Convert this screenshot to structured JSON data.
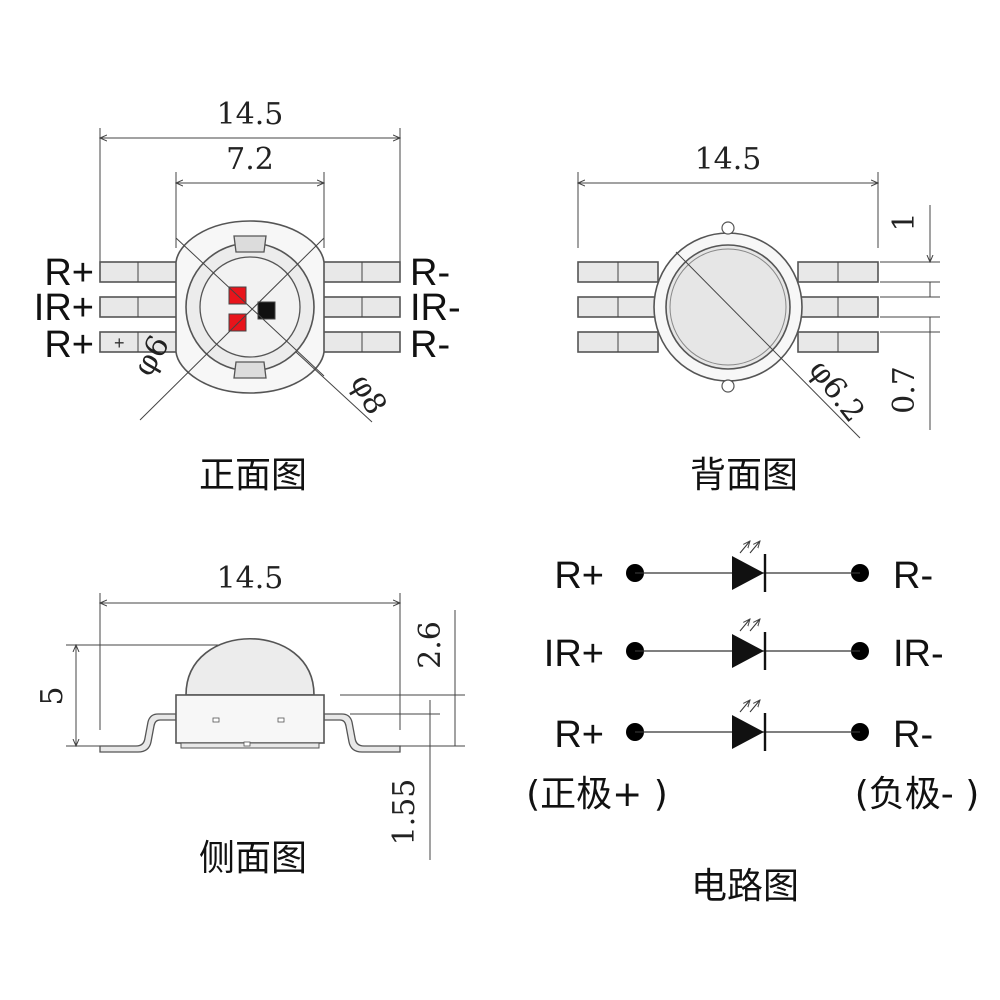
{
  "front_view": {
    "caption": "正面图",
    "width_dim": "14.5",
    "inner_dim": "7.2",
    "dia_inner": "φ6",
    "dia_outer": "φ8",
    "left_pins": [
      "R+",
      "IR+",
      "R+"
    ],
    "right_pins": [
      "R-",
      "IR-",
      "R-"
    ],
    "plus_mark": "+",
    "chip_colors": {
      "red": "#e8141b",
      "black": "#111111"
    }
  },
  "back_view": {
    "caption": "背面图",
    "width_dim": "14.5",
    "dia_dim": "φ6.2",
    "pin_pitch_dim": "1",
    "gap_dim": "0.7"
  },
  "side_view": {
    "caption": "侧面图",
    "width_dim": "14.5",
    "height_dim": "5",
    "dome_dim": "2.6",
    "lead_dim": "1.55"
  },
  "circuit": {
    "caption": "电路图",
    "rows": [
      {
        "left": "R+",
        "right": "R-"
      },
      {
        "left": "IR+",
        "right": "IR-"
      },
      {
        "left": "R+",
        "right": "R-"
      }
    ],
    "anode_note": "(正极+ )",
    "cathode_note": "(负极- )"
  }
}
